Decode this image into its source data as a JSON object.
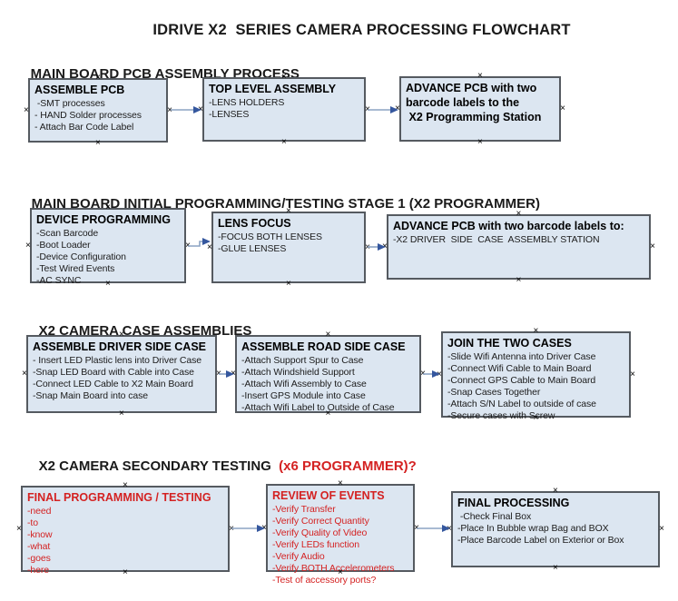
{
  "page": {
    "title": "IDRIVE X2  SERIES CAMERA PROCESSING FLOWCHART"
  },
  "colors": {
    "box_fill": "#dce6f1",
    "box_border": "#555a60",
    "accent_red": "#d42222",
    "arrow_line": "#8ca3c3",
    "arrow_head": "#35579e"
  },
  "sections": [
    {
      "heading": "MAIN BOARD PCB ASSEMBLY PROCESS",
      "heading_red": "",
      "boxes": [
        {
          "title": "ASSEMBLE PCB",
          "items": [
            " -SMT processes",
            "- HAND Solder processes",
            "- Attach Bar Code Label"
          ]
        },
        {
          "title": "TOP LEVEL ASSEMBLY",
          "items": [
            "-LENS HOLDERS",
            "-LENSES"
          ]
        },
        {
          "title": "ADVANCE PCB with two\nbarcode labels to the\n X2 Programming Station",
          "items": []
        }
      ]
    },
    {
      "heading": "MAIN BOARD INITIAL PROGRAMMING/TESTING STAGE 1 (X2 PROGRAMMER)",
      "heading_red": "",
      "boxes": [
        {
          "title": "DEVICE PROGRAMMING",
          "items": [
            "-Scan Barcode",
            "-Boot Loader",
            "-Device Configuration",
            "-Test Wired Events",
            "-AC SYNC"
          ]
        },
        {
          "title": "LENS FOCUS",
          "items": [
            "-FOCUS BOTH LENSES",
            "-GLUE LENSES"
          ]
        },
        {
          "title": "ADVANCE PCB with two barcode labels to:",
          "items": [
            "-X2 DRIVER  SIDE  CASE  ASSEMBLY STATION"
          ]
        }
      ]
    },
    {
      "heading": "X2 CAMERA CASE ASSEMBLIES",
      "heading_red": "",
      "boxes": [
        {
          "title": "ASSEMBLE DRIVER SIDE CASE",
          "items": [
            "- Insert LED Plastic lens into Driver Case",
            "-Snap LED Board with Cable into Case",
            "-Connect LED Cable to X2 Main Board",
            "-Snap Main Board into case"
          ]
        },
        {
          "title": "ASSEMBLE ROAD SIDE CASE",
          "items": [
            "-Attach Support Spur to Case",
            "-Attach Windshield Support",
            "-Attach Wifi Assembly to Case",
            "-Insert GPS Module into Case",
            "-Attach Wifi Label to Outside of Case"
          ]
        },
        {
          "title": "JOIN THE TWO CASES",
          "items": [
            "-Slide Wifi Antenna into Driver Case",
            "-Connect Wifi Cable to Main Board",
            "-Connect GPS Cable to Main Board",
            "-Snap Cases Together",
            "-Attach S/N Label to outside of case",
            "-Secure cases with Screw"
          ]
        }
      ]
    },
    {
      "heading": "X2 CAMERA SECONDARY TESTING ",
      "heading_red": " (x6 PROGRAMMER)?",
      "boxes": [
        {
          "title": "FINAL PROGRAMMING / TESTING",
          "items": [
            "-need",
            "-to",
            "-know",
            "-what",
            "-goes",
            "-here"
          ]
        },
        {
          "title": "REVIEW OF EVENTS",
          "items": [
            "-Verify Transfer",
            "-Verify Correct Quantity",
            "-Verify Quality of Video",
            "-Verify LEDs function",
            "-Verify Audio",
            "-Verify BOTH Accelerometers",
            "-Test of accessory ports?"
          ]
        },
        {
          "title": "FINAL PROCESSING",
          "items": [
            " -Check Final Box",
            "-Place In Bubble wrap Bag and BOX",
            "-Place Barcode Label on Exterior or Box"
          ]
        }
      ]
    }
  ]
}
